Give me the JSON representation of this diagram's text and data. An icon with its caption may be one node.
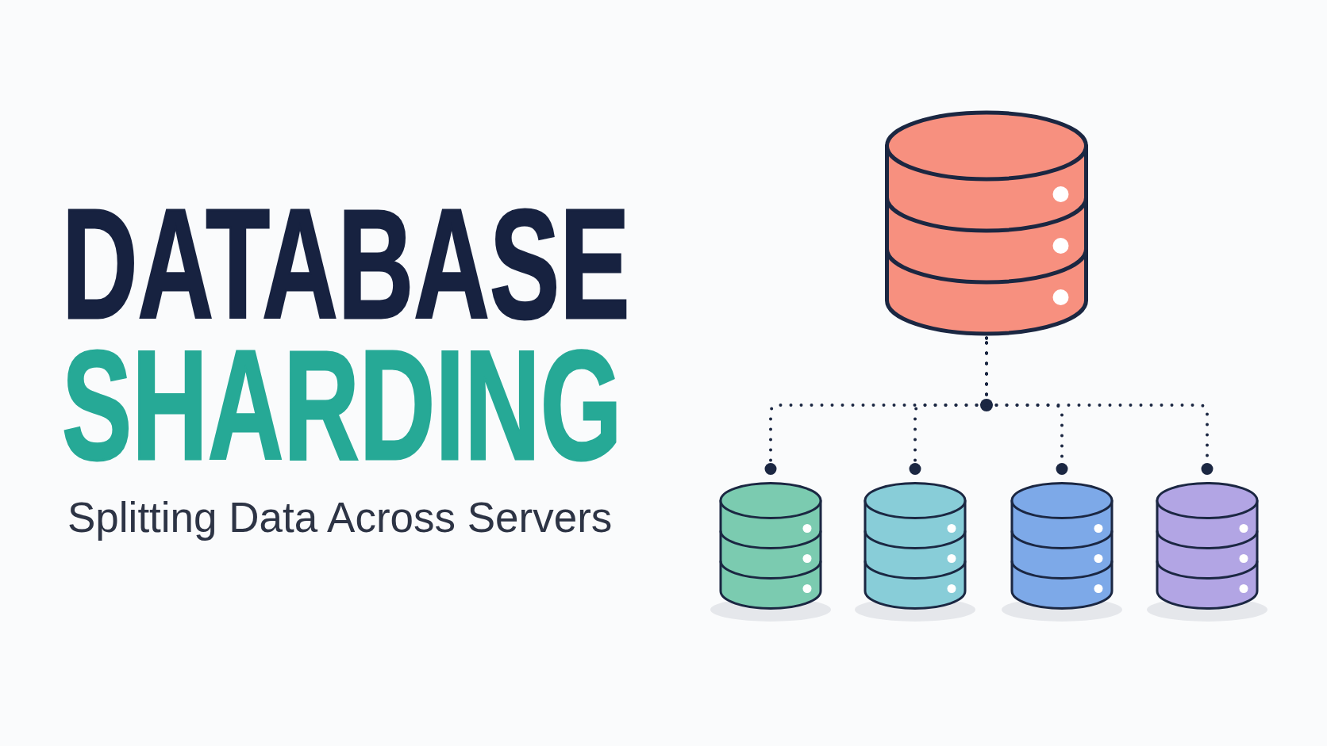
{
  "diagram": {
    "title": "DATABASE SHARDING",
    "nodes": [
      {
        "text": [],
        "shape": "cylinder"
      },
      {
        "text": [],
        "shape": "cylinder"
      },
      {
        "text": [],
        "shape": "cylinder"
      },
      {
        "text": [],
        "shape": "cylinder"
      },
      {
        "text": [],
        "shape": "cylinder"
      }
    ],
    "edges": [
      {
        "from": 0,
        "to": 1,
        "arrow": "other",
        "style": "dashed"
      },
      {
        "from": 0,
        "to": 2,
        "arrow": "other",
        "style": "dashed"
      },
      {
        "from": 0,
        "to": 3,
        "arrow": "other",
        "style": "dashed"
      },
      {
        "from": 0,
        "to": 4,
        "arrow": "other",
        "style": "dashed"
      }
    ],
    "labels": [
      "Splitting Data Across Servers"
    ]
  }
}
